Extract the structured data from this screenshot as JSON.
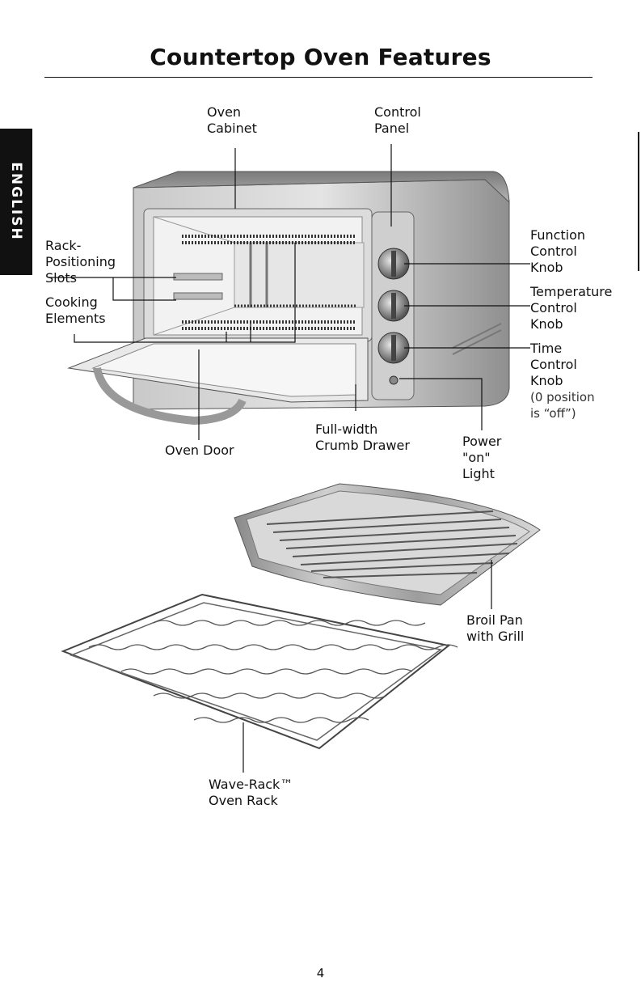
{
  "page": {
    "title": "Countertop Oven Features",
    "language_tab": "ENGLISH",
    "page_number": "4"
  },
  "labels": {
    "oven_cabinet": "Oven\nCabinet",
    "control_panel": "Control\nPanel",
    "rack_positioning_slots": "Rack-\nPositioning\nSlots",
    "cooking_elements": "Cooking\nElements",
    "function_control_knob": "Function\nControl\nKnob",
    "temperature_control_knob": "Temperature\nControl\nKnob",
    "time_control_knob": "Time\nControl\nKnob",
    "time_note": "(0 position\nis “off”)",
    "oven_door": "Oven Door",
    "crumb_drawer": "Full-width\nCrumb Drawer",
    "power_light": "Power\n\"on\"\nLight",
    "broil_pan": "Broil Pan\nwith Grill",
    "wave_rack": "Wave-Rack™\nOven Rack"
  },
  "colors": {
    "ink": "#111111",
    "oven_body": "#9a9a9a",
    "oven_highlight": "#d6d6d6",
    "tab_bg": "#111111",
    "tab_text": "#ffffff"
  }
}
